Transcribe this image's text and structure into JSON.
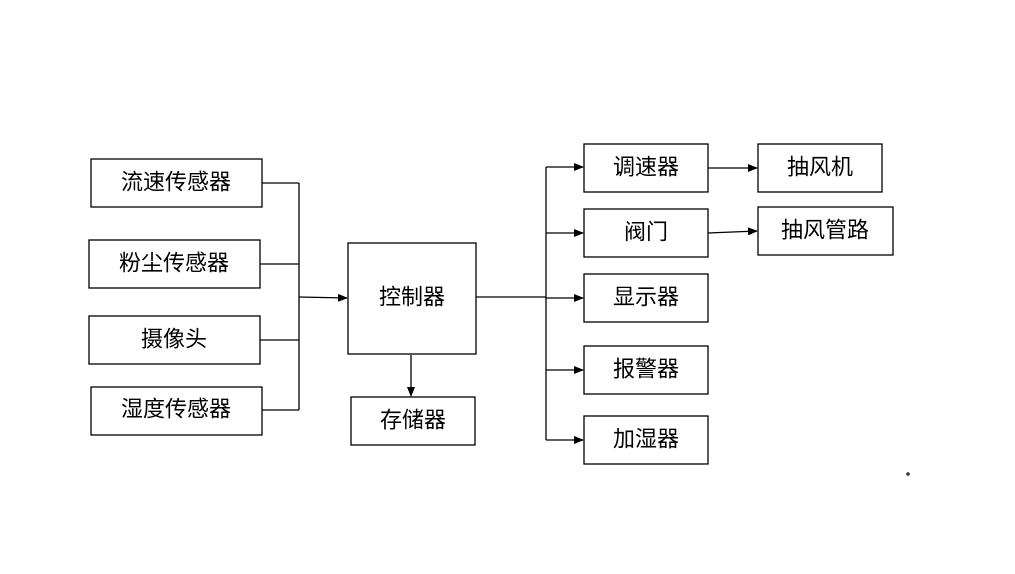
{
  "diagram": {
    "nodes": [
      {
        "id": "flow-sensor",
        "label": "流速传感器"
      },
      {
        "id": "dust-sensor",
        "label": "粉尘传感器"
      },
      {
        "id": "camera",
        "label": "摄像头"
      },
      {
        "id": "humidity-sensor",
        "label": "湿度传感器"
      },
      {
        "id": "controller",
        "label": "控制器"
      },
      {
        "id": "storage",
        "label": "存储器"
      },
      {
        "id": "speed-regulator",
        "label": "调速器"
      },
      {
        "id": "valve",
        "label": "阀门"
      },
      {
        "id": "display",
        "label": "显示器"
      },
      {
        "id": "alarm",
        "label": "报警器"
      },
      {
        "id": "humidifier",
        "label": "加湿器"
      },
      {
        "id": "exhaust-fan",
        "label": "抽风机"
      },
      {
        "id": "exhaust-duct",
        "label": "抽风管路"
      }
    ],
    "edges": [
      {
        "from": "flow-sensor",
        "to": "controller"
      },
      {
        "from": "dust-sensor",
        "to": "controller"
      },
      {
        "from": "camera",
        "to": "controller"
      },
      {
        "from": "humidity-sensor",
        "to": "controller"
      },
      {
        "from": "controller",
        "to": "storage"
      },
      {
        "from": "controller",
        "to": "speed-regulator"
      },
      {
        "from": "controller",
        "to": "valve"
      },
      {
        "from": "controller",
        "to": "display"
      },
      {
        "from": "controller",
        "to": "alarm"
      },
      {
        "from": "controller",
        "to": "humidifier"
      },
      {
        "from": "speed-regulator",
        "to": "exhaust-fan"
      },
      {
        "from": "valve",
        "to": "exhaust-duct"
      }
    ],
    "colors": {
      "stroke": "#000000",
      "fill": "#ffffff",
      "text": "#000000"
    }
  }
}
